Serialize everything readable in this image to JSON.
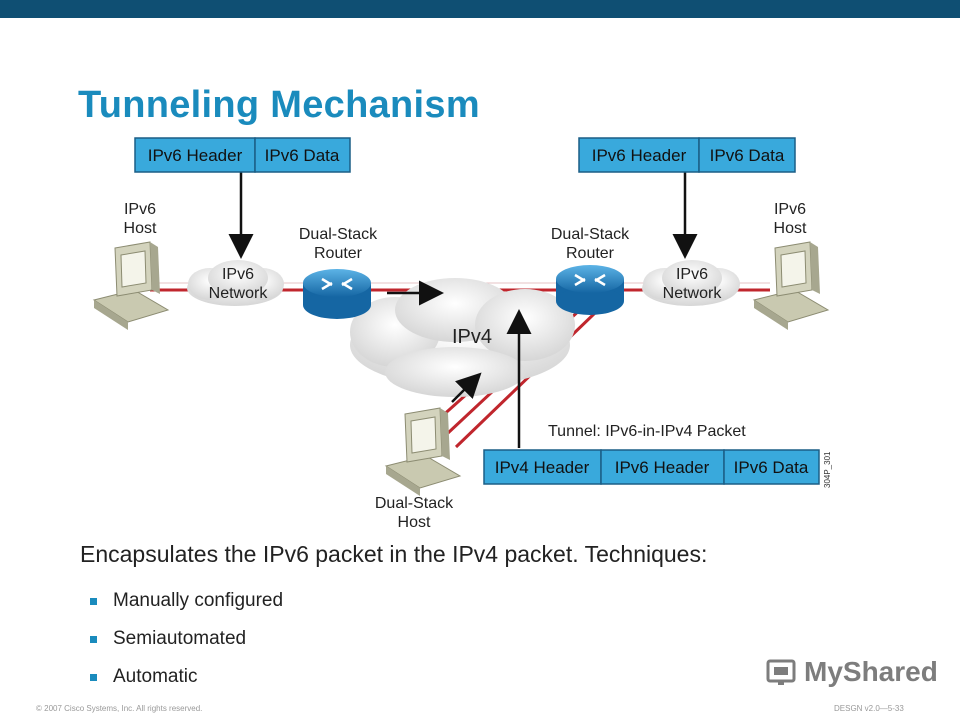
{
  "slide": {
    "title": "Tunneling Mechanism",
    "lead": "Encapsulates the IPv6 packet in the IPv4 packet. Techniques:",
    "bullets": [
      "Manually configured",
      "Semiautomated",
      "Automatic"
    ],
    "footer_left": "© 2007 Cisco Systems, Inc. All rights reserved.",
    "footer_right": "DESGN v2.0—5-33",
    "logo_text": "MyShared"
  },
  "diagram": {
    "left_packet": [
      "IPv6 Header",
      "IPv6 Data"
    ],
    "right_packet": [
      "IPv6 Header",
      "IPv6 Data"
    ],
    "tunnel_packet": [
      "IPv4 Header",
      "IPv6 Header",
      "IPv6 Data"
    ],
    "tunnel_label": "Tunnel: IPv6-in-IPv4 Packet",
    "left_host_label": [
      "IPv6",
      "Host"
    ],
    "right_host_label": [
      "IPv6",
      "Host"
    ],
    "left_router_label": [
      "Dual-Stack",
      "Router"
    ],
    "right_router_label": [
      "Dual-Stack",
      "Router"
    ],
    "left_network_label": [
      "IPv6",
      "Network"
    ],
    "right_network_label": [
      "IPv6",
      "Network"
    ],
    "ipv4_cloud_label": "IPv4",
    "dual_host_label": [
      "Dual-Stack",
      "Host"
    ],
    "figure_id": "304P_301"
  },
  "colors": {
    "title": "#1a8bbd",
    "topbar": "#0f4f73",
    "packet_fill": "#39a9dc",
    "link_red": "#c0262d",
    "router_blue": "#1d7fbf"
  }
}
